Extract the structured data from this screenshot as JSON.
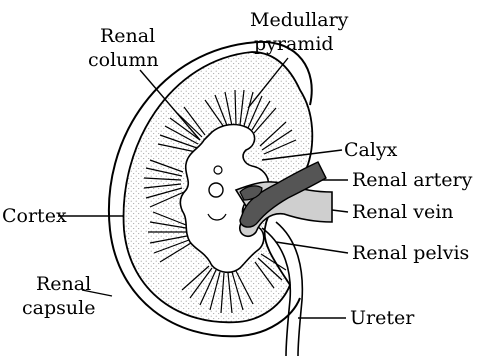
{
  "diagram": {
    "labels": {
      "medullary_pyramid_line1": "Medullary",
      "medullary_pyramid_line2": "pyramid",
      "renal_column_line1": "Renal",
      "renal_column_line2": "column",
      "calyx": "Calyx",
      "renal_artery": "Renal artery",
      "renal_vein": "Renal vein",
      "cortex": "Cortex",
      "renal_pelvis": "Renal pelvis",
      "renal_capsule_line1": "Renal",
      "renal_capsule_line2": "capsule",
      "ureter": "Ureter"
    },
    "colors": {
      "artery": "#555555",
      "vein": "#cfcfcf",
      "cortex_stipple": "#9a9a9a",
      "outline": "#000000"
    }
  }
}
